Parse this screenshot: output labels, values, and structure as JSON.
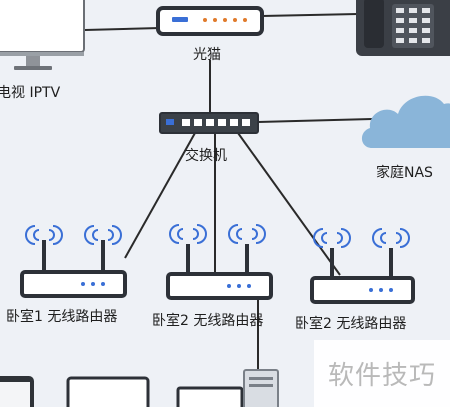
{
  "labels": {
    "modem": "光猫",
    "tv_iptv": "电视 IPTV",
    "switch": "交换机",
    "nas": "家庭NAS",
    "router_1": "卧室1 无线路由器",
    "router_2a": "卧室2 无线路由器",
    "router_2b": "卧室2 无线路由器"
  },
  "watermark": "软件技巧",
  "icons": {
    "modem": "modem-icon",
    "switch": "network-switch-icon",
    "router": "wireless-router-icon",
    "nas": "cloud-icon",
    "phone": "telephone-icon",
    "tv": "monitor-icon"
  },
  "colors": {
    "background": "#eef1f6",
    "lines": "#2a2a2a",
    "device_body": "#ffffff",
    "device_edge": "#2d3138",
    "led_blue": "#3a6fd6",
    "led_orange": "#e07a2b",
    "cloud": "#8ab5d9"
  }
}
